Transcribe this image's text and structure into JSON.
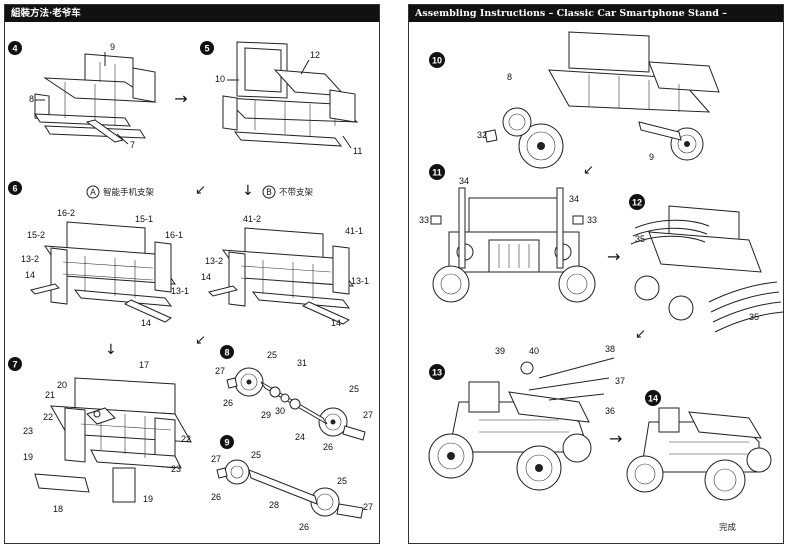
{
  "left_page": {
    "header": "組裝方法·老爷车",
    "steps": [
      {
        "number": "4",
        "parts": [
          "9",
          "8",
          "7"
        ]
      },
      {
        "number": "5",
        "parts": [
          "10",
          "12",
          "11"
        ]
      },
      {
        "number": "6",
        "parts": [
          "16-2",
          "15-1",
          "16-1",
          "15-2",
          "13-2",
          "14",
          "13-1",
          "14"
        ],
        "option_a": "A",
        "option_a_label": "智能手机支架",
        "option_b": "B",
        "option_b_label": "不带支架",
        "option_b_parts": [
          "41-2",
          "41-1",
          "13-2",
          "14",
          "13-1",
          "14"
        ]
      },
      {
        "number": "7",
        "parts": [
          "17",
          "20",
          "21",
          "22",
          "23",
          "19",
          "22",
          "23",
          "18",
          "19"
        ]
      },
      {
        "number": "8",
        "parts": [
          "25",
          "31",
          "27",
          "26",
          "29",
          "30",
          "24",
          "25",
          "27",
          "26"
        ]
      },
      {
        "number": "9",
        "parts": [
          "27",
          "25",
          "26",
          "28",
          "25",
          "27",
          "26"
        ]
      }
    ]
  },
  "right_page": {
    "header": "Assembling Instructions   – Classic Car Smartphone Stand –",
    "steps": [
      {
        "number": "10",
        "parts": [
          "8",
          "32",
          "9"
        ]
      },
      {
        "number": "11",
        "parts": [
          "34",
          "33",
          "34",
          "33"
        ]
      },
      {
        "number": "12",
        "parts": [
          "35",
          "35"
        ]
      },
      {
        "number": "13",
        "parts": [
          "39",
          "40",
          "38",
          "37",
          "36"
        ]
      },
      {
        "number": "14",
        "parts": []
      }
    ],
    "finish_text": "完成"
  },
  "arrows": {
    "right": "→",
    "down": "↓",
    "diag": "↙"
  }
}
